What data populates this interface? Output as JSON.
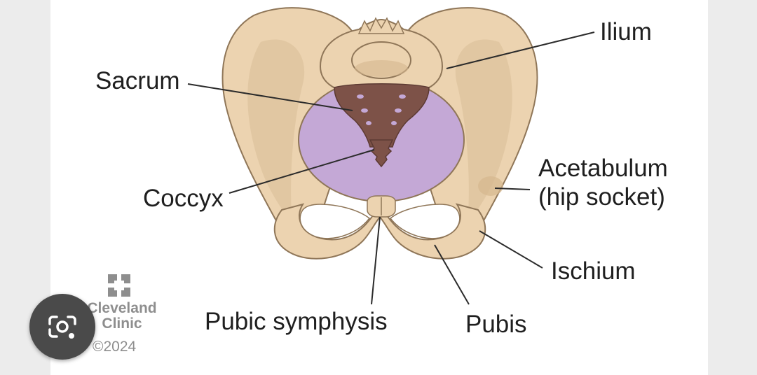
{
  "diagram": {
    "labels": {
      "ilium": "Ilium",
      "sacrum": "Sacrum",
      "acetabulum": "Acetabulum\n(hip socket)",
      "coccyx": "Coccyx",
      "ischium": "Ischium",
      "pubic_symphysis": "Pubic symphysis",
      "pubis": "Pubis"
    },
    "colors": {
      "bone": "#ecd3b0",
      "bone_shadow": "#d6b88f",
      "bone_outline": "#8f7658",
      "pelvic_inlet": "#c4a8d6",
      "sacrum_tissue": "#7d5248",
      "leader_line": "#2b2b2b"
    }
  },
  "logo": {
    "line1": "Cleveland",
    "line2": "Clinic",
    "copyright": "©2024"
  },
  "overlay": {
    "lens_icon": "camera-search-icon"
  }
}
